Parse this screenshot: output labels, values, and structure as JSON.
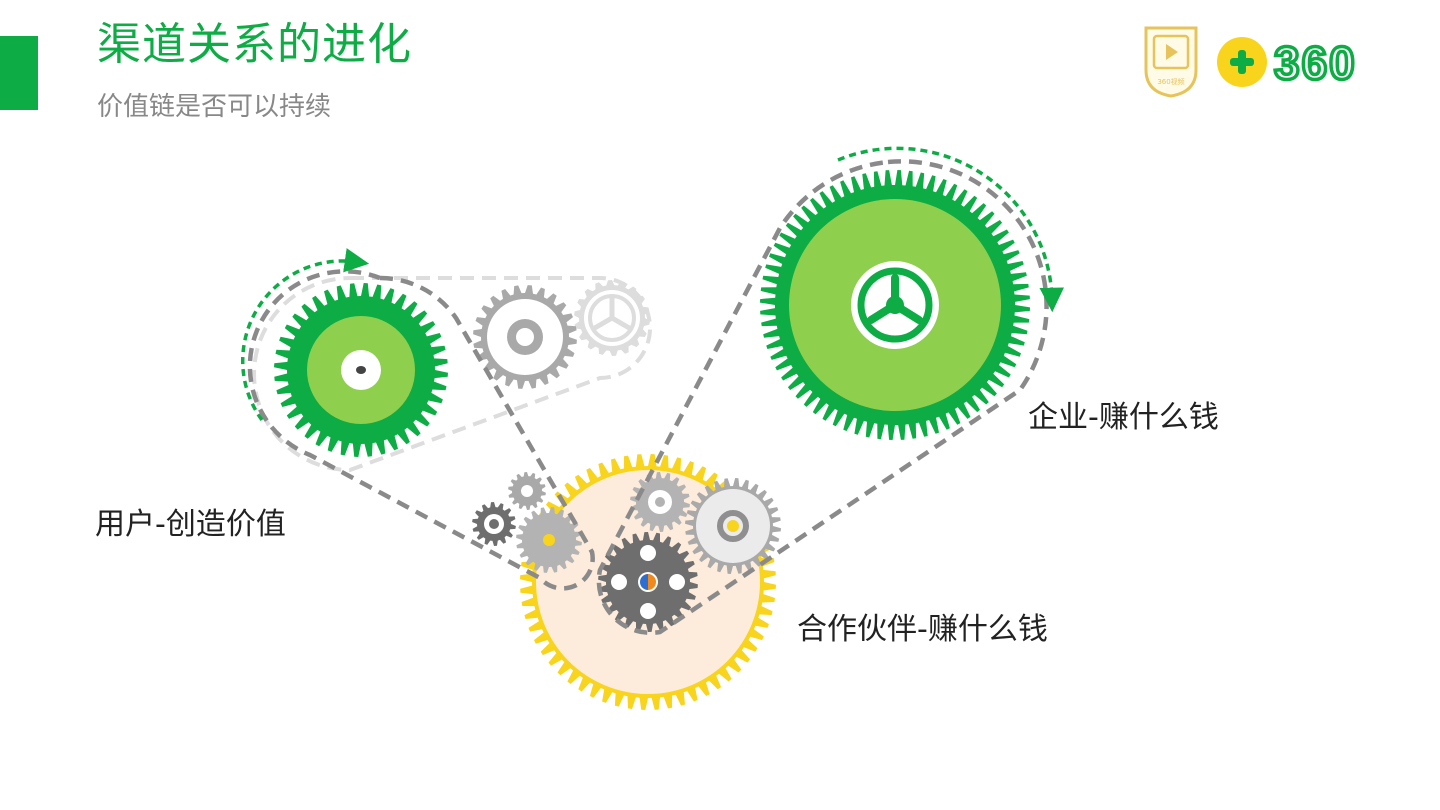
{
  "header": {
    "title": "渠道关系的进化",
    "subtitle": "价值链是否可以持续"
  },
  "logo": {
    "brand_text": "360",
    "badge_caption": "360视频"
  },
  "labels": {
    "user": "用户-创造价值",
    "partner": "合作伙伴-赚什么钱",
    "company": "企业-赚什么钱"
  },
  "colors": {
    "green": "#0dac45",
    "light_green": "#8ecf4e",
    "yellow": "#f9d41c",
    "peach": "#fdebdc",
    "gray": "#9b9b9b",
    "dark_gray": "#6e6e6e",
    "light_gray": "#dddddd"
  }
}
